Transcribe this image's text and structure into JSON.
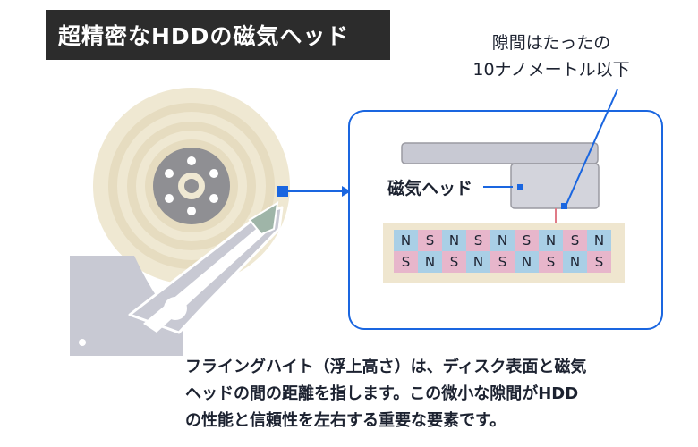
{
  "title": "超精密なHDDの磁気ヘッド",
  "gap_label": {
    "line1": "隙間はたったの",
    "line2": "10ナノメートル以下"
  },
  "head_label": "磁気ヘッド",
  "magnet": {
    "top_row": [
      "N",
      "S",
      "N",
      "S",
      "N",
      "S",
      "N",
      "S",
      "N"
    ],
    "bottom_row": [
      "S",
      "N",
      "S",
      "N",
      "S",
      "N",
      "S",
      "N",
      "S"
    ]
  },
  "caption": {
    "line1": "フライングハイト（浮上高さ）は、ディスク表面と磁気",
    "line2": "ヘッドの間の距離を指します。この微小な隙間がHDD",
    "line3": "の性能と信頼性を左右する重要な要素です。"
  },
  "colors": {
    "accent_blue": "#1a66e0",
    "platter": "#efe8d2",
    "platter_ring": "#e3d9bc",
    "hub": "#8f8f93",
    "arm": "#c8c9d3",
    "n_cell": "#a9cfe6",
    "s_cell": "#e7b6cb",
    "magnet_bg": "#efe6cf",
    "gap_line": "#e07b87"
  }
}
